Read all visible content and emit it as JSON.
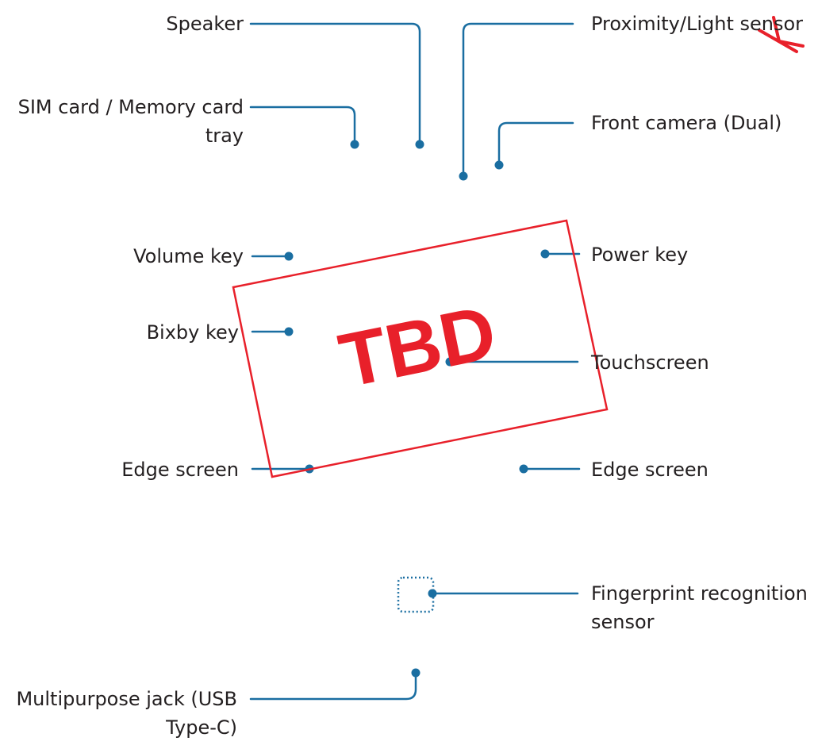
{
  "colors": {
    "leader_line": "#1a6ea1",
    "dot": "#1a6ea1",
    "label_text": "#231f20",
    "stamp": "#e8202a",
    "background": "#ffffff"
  },
  "labels": {
    "speaker": "Speaker",
    "sim_tray_line1": "SIM card / Memory card",
    "sim_tray_line2": "tray",
    "proximity_light_sensor": "Proximity/Light sensor",
    "front_camera": "Front camera (Dual)",
    "volume_key": "Volume key",
    "power_key": "Power key",
    "bixby_key": "Bixby key",
    "touchscreen": "Touchscreen",
    "edge_screen_left": "Edge screen",
    "edge_screen_right": "Edge screen",
    "fingerprint_line1": "Fingerprint recognition",
    "fingerprint_line2": "sensor",
    "multipurpose_line1": "Multipurpose jack (USB",
    "multipurpose_line2": "Type-C)"
  },
  "stamp": {
    "text": "TBD"
  }
}
